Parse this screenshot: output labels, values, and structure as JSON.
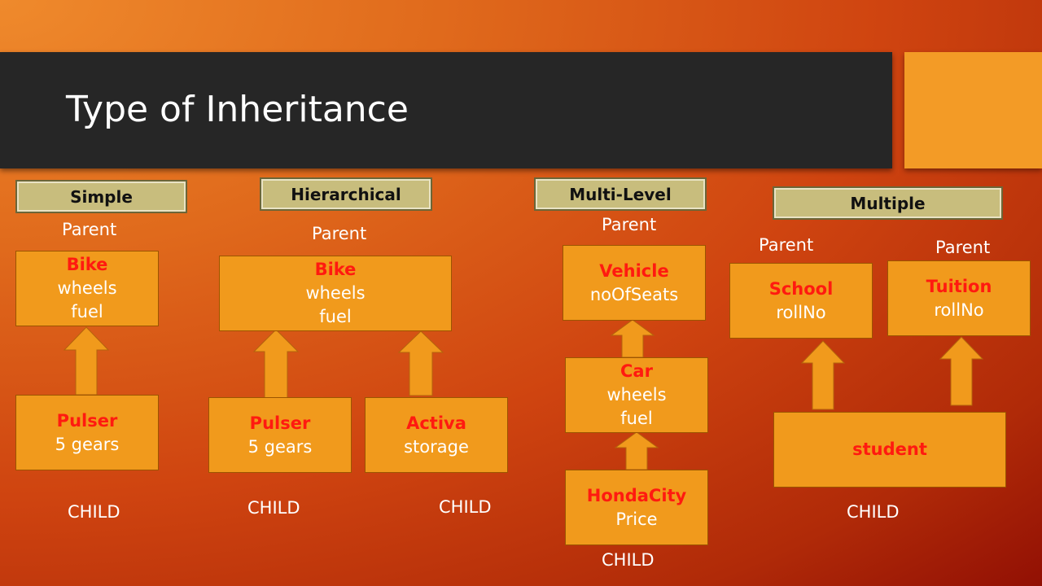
{
  "slide": {
    "title": "Type of Inheritance",
    "colors": {
      "title_bar": "#262626",
      "accent": "#f39b26",
      "class_box": "#f19a1c",
      "class_name": "#ff1a10",
      "label": "#c8bd7d"
    }
  },
  "labels": {
    "simple": "Simple",
    "hierarchical": "Hierarchical",
    "multilevel": "Multi-Level",
    "multiple": "Multiple"
  },
  "roles": {
    "parent": "Parent",
    "child": "CHILD"
  },
  "simple": {
    "parent": {
      "name": "Bike",
      "attrs": [
        "wheels",
        "fuel"
      ]
    },
    "child": {
      "name": "Pulser",
      "attrs": [
        "5 gears"
      ]
    }
  },
  "hierarchical": {
    "parent": {
      "name": "Bike",
      "attrs": [
        "wheels",
        "fuel"
      ]
    },
    "child1": {
      "name": "Pulser",
      "attrs": [
        "5 gears"
      ]
    },
    "child2": {
      "name": "Activa",
      "attrs": [
        "storage"
      ]
    }
  },
  "multilevel": {
    "level1": {
      "name": "Vehicle",
      "attrs": [
        "noOfSeats"
      ]
    },
    "level2": {
      "name": "Car",
      "attrs": [
        "wheels",
        "fuel"
      ]
    },
    "level3": {
      "name": "HondaCity",
      "attrs": [
        "Price"
      ]
    }
  },
  "multiple": {
    "parent1": {
      "name": "School",
      "attrs": [
        "rollNo"
      ]
    },
    "parent2": {
      "name": "Tuition",
      "attrs": [
        "rollNo"
      ]
    },
    "child": {
      "name": "student",
      "attrs": []
    }
  }
}
